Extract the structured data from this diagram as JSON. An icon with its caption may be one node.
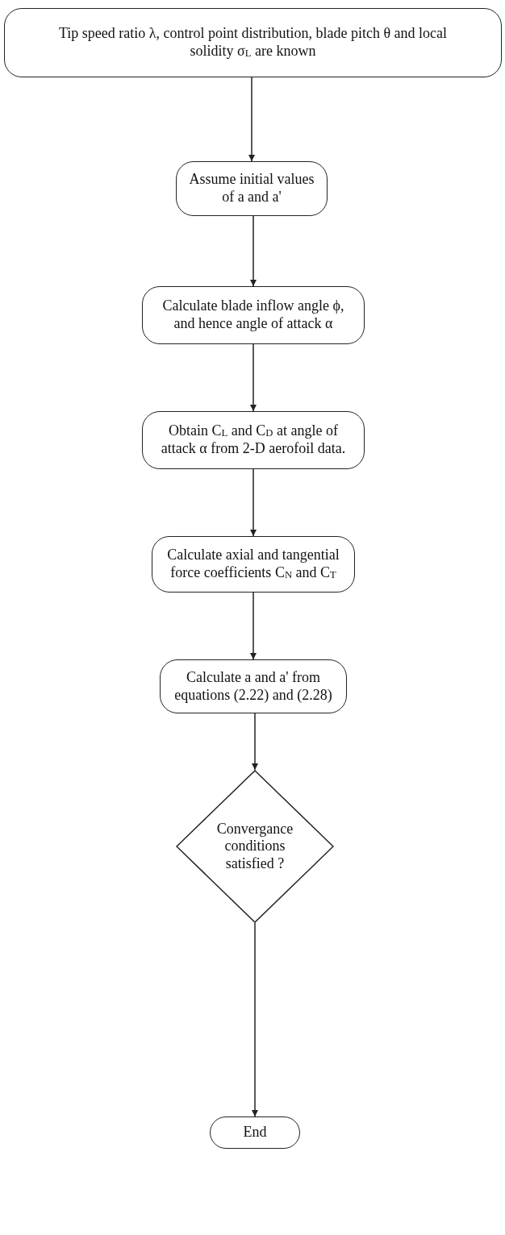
{
  "diagram": {
    "nodes": [
      {
        "text": [
          "Tip speed ratio λ, control point distribution, blade pitch θ and local solidity σ$_{L}$ are known"
        ]
      },
      {
        "text": [
          "Assume initial values of a and a'"
        ]
      },
      {
        "text": [
          "Calculate blade inflow angle ϕ, and hence angle of attack α"
        ]
      },
      {
        "text": [
          "Obtain C$_{L}$ and C$_{D}$ at angle of attack α from 2-D aerofoil data."
        ]
      },
      {
        "text": [
          "Calculate axial and tangential force coefficients C$_{N}$ and C$_{T}$"
        ]
      },
      {
        "text": [
          "Calculate a and a' from equations (2.22) and (2.28)"
        ]
      },
      {
        "text": [
          "Convergance conditions satisfied ?"
        ]
      },
      {
        "text": [
          "End"
        ]
      }
    ],
    "edges": [
      {
        "from": 0,
        "to": 1,
        "arrow": "to"
      },
      {
        "from": 1,
        "to": 2,
        "arrow": "to"
      },
      {
        "from": 2,
        "to": 3,
        "arrow": "to"
      },
      {
        "from": 3,
        "to": 4,
        "arrow": "to"
      },
      {
        "from": 4,
        "to": 5,
        "arrow": "to"
      },
      {
        "from": 5,
        "to": 6,
        "arrow": "to"
      },
      {
        "from": 6,
        "to": 7,
        "arrow": "to"
      }
    ]
  }
}
